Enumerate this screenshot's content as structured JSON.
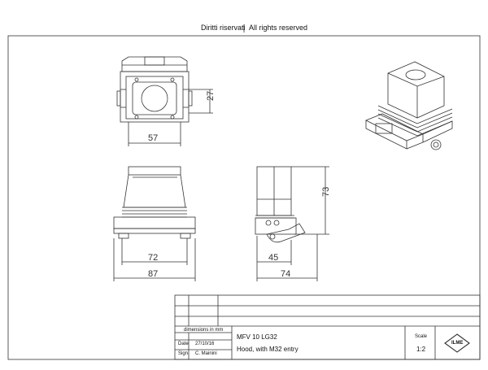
{
  "header": {
    "left": "Diritti riservati",
    "right": "All rights reserved"
  },
  "dimensions": {
    "front_height": "27",
    "front_width": "57",
    "side_inner": "72",
    "side_outer": "87",
    "right_height": "73",
    "right_inner": "45",
    "right_outer": "74"
  },
  "title_block": {
    "dimensions_label": "dimensions in mm",
    "date_label": "Date",
    "date_value": "27/10/16",
    "sign_label": "Sign.",
    "sign_value": "C. Mainini",
    "part_number": "MFV 10 LG32",
    "description": "Hood, with M32 entry",
    "scale_label": "Scale",
    "scale_value": "1:2",
    "logo_text": "ILME"
  }
}
